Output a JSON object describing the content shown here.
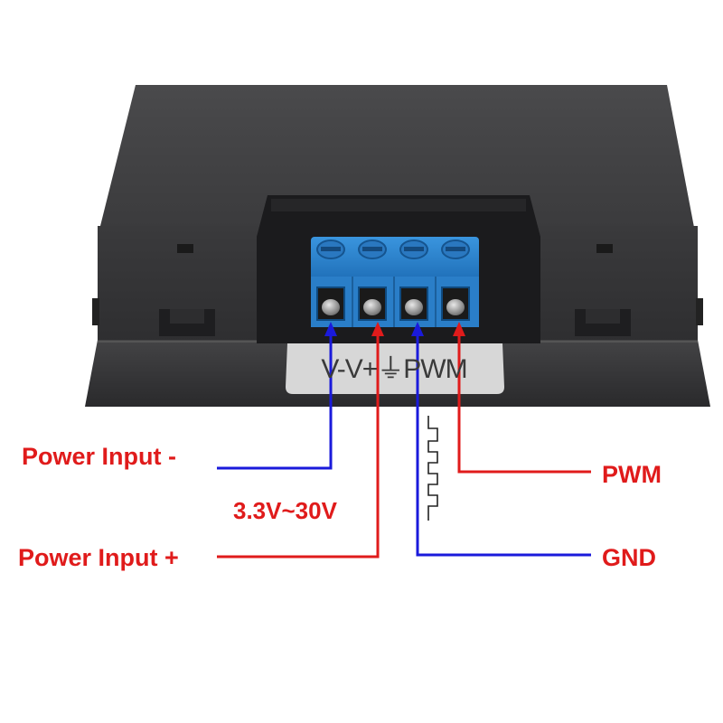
{
  "device": {
    "terminal_label": "V-V+⏚PWM",
    "terminal_count": 4
  },
  "labels": {
    "power_input_minus": "Power Input -",
    "power_input_plus": "Power Input +",
    "input_range": "3.3V~30V",
    "pwm": "PWM",
    "gnd": "GND"
  },
  "colors": {
    "power_minus_wire": "#1a1adb",
    "power_plus_wire": "#e01b1b",
    "gnd_wire": "#1a1adb",
    "pwm_wire": "#e01b1b",
    "label_text": "#e01b1b",
    "terminal_block": "#2f86d1",
    "device_body": "#3b3b3d"
  },
  "icons": {
    "waveform": "square-wave-icon",
    "ground": "ground-symbol"
  }
}
